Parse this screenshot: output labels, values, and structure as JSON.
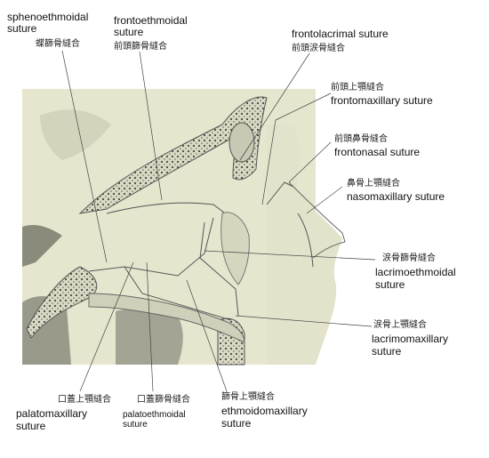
{
  "labels": {
    "sphenoethmoidal": {
      "en1": "sphenoethmoidal",
      "en2": "suture",
      "jp": "蝶篩骨縫合"
    },
    "frontoethmoidal": {
      "en1": "frontoethmoidal",
      "en2": "suture",
      "jp": "前頭篩骨縫合"
    },
    "frontolacrimal": {
      "en1": "frontolacrimal suture",
      "jp": "前頭涙骨縫合"
    },
    "frontomaxillary": {
      "jp": "前頭上顎縫合",
      "en1": "frontomaxillary suture"
    },
    "frontonasal": {
      "jp": "前頭鼻骨縫合",
      "en1": "frontonasal suture"
    },
    "nasomaxillary": {
      "jp": "鼻骨上顎縫合",
      "en1": "nasomaxillary suture"
    },
    "lacrimoethmoidal": {
      "jp": "涙骨篩骨縫合",
      "en1": "lacrimoethmoidal",
      "en2": "suture"
    },
    "lacrimomaxillary": {
      "jp": "涙骨上顎縫合",
      "en1": "lacrimomaxillary",
      "en2": "suture"
    },
    "palatomaxillary": {
      "jp": "口蓋上顎縫合",
      "en1": "palatomaxillary",
      "en2": "suture"
    },
    "palatoethmoidal": {
      "jp": "口蓋篩骨縫合",
      "en1": "palatoethmoidal",
      "en2": "suture"
    },
    "ethmoidomaxillary": {
      "jp": "篩骨上顎縫合",
      "en1": "ethmoidomaxillary",
      "en2": "suture"
    }
  },
  "colors": {
    "bone": "#e9e9d2",
    "bone_shadow": "#c9c9b0",
    "dark": "#6f6f63",
    "line": "#555555"
  }
}
